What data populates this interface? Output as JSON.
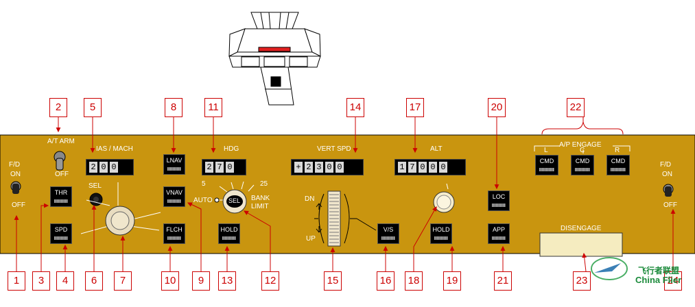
{
  "panel_labels": {
    "fd_left_title": "F/D",
    "fd_left_on": "ON",
    "fd_left_off": "OFF",
    "at_arm": "A/T ARM",
    "at_off": "OFF",
    "ias_mach": "IAS / MACH",
    "sel": "SEL",
    "hdg": "HDG",
    "vert_spd": "VERT SPD",
    "alt": "ALT",
    "ap_engage": "A/P ENGAGE",
    "ap_l": "L",
    "ap_c": "C",
    "ap_r": "R",
    "fd_right_title": "F/D",
    "fd_right_on": "ON",
    "fd_right_off": "OFF",
    "bank_5": "5",
    "bank_25": "25",
    "auto": "AUTO",
    "sel_knob": "SEL",
    "bank": "BANK",
    "limit": "LIMIT",
    "dn": "DN",
    "up": "UP",
    "disengage": "DISENGAGE"
  },
  "buttons": {
    "thr": "THR",
    "spd": "SPD",
    "lnav": "LNAV",
    "vnav": "VNAV",
    "flch": "FLCH",
    "hold_hdg": "HOLD",
    "vs": "V/S",
    "hold_alt": "HOLD",
    "loc": "LOC",
    "app": "APP",
    "cmd_l": "CMD",
    "cmd_c": "CMD",
    "cmd_r": "CMD"
  },
  "windows": {
    "ias": [
      "2",
      "0",
      "0"
    ],
    "hdg": [
      "2",
      "7",
      "0"
    ],
    "vs": [
      "+",
      "2",
      "3",
      "0",
      "0"
    ],
    "alt": [
      "1",
      "7",
      "0",
      "0",
      "0"
    ]
  },
  "callouts": [
    "1",
    "2",
    "3",
    "4",
    "5",
    "6",
    "7",
    "8",
    "9",
    "10",
    "11",
    "12",
    "13",
    "14",
    "15",
    "16",
    "17",
    "18",
    "19",
    "20",
    "21",
    "22",
    "23",
    "24"
  ],
  "watermark": {
    "cn": "飞行者联盟",
    "en": "China Flier"
  },
  "colors": {
    "panel": "#c9950f",
    "callout_red": "#cc0000",
    "window_black": "#000000",
    "digit_bg": "#d9d9d9"
  }
}
